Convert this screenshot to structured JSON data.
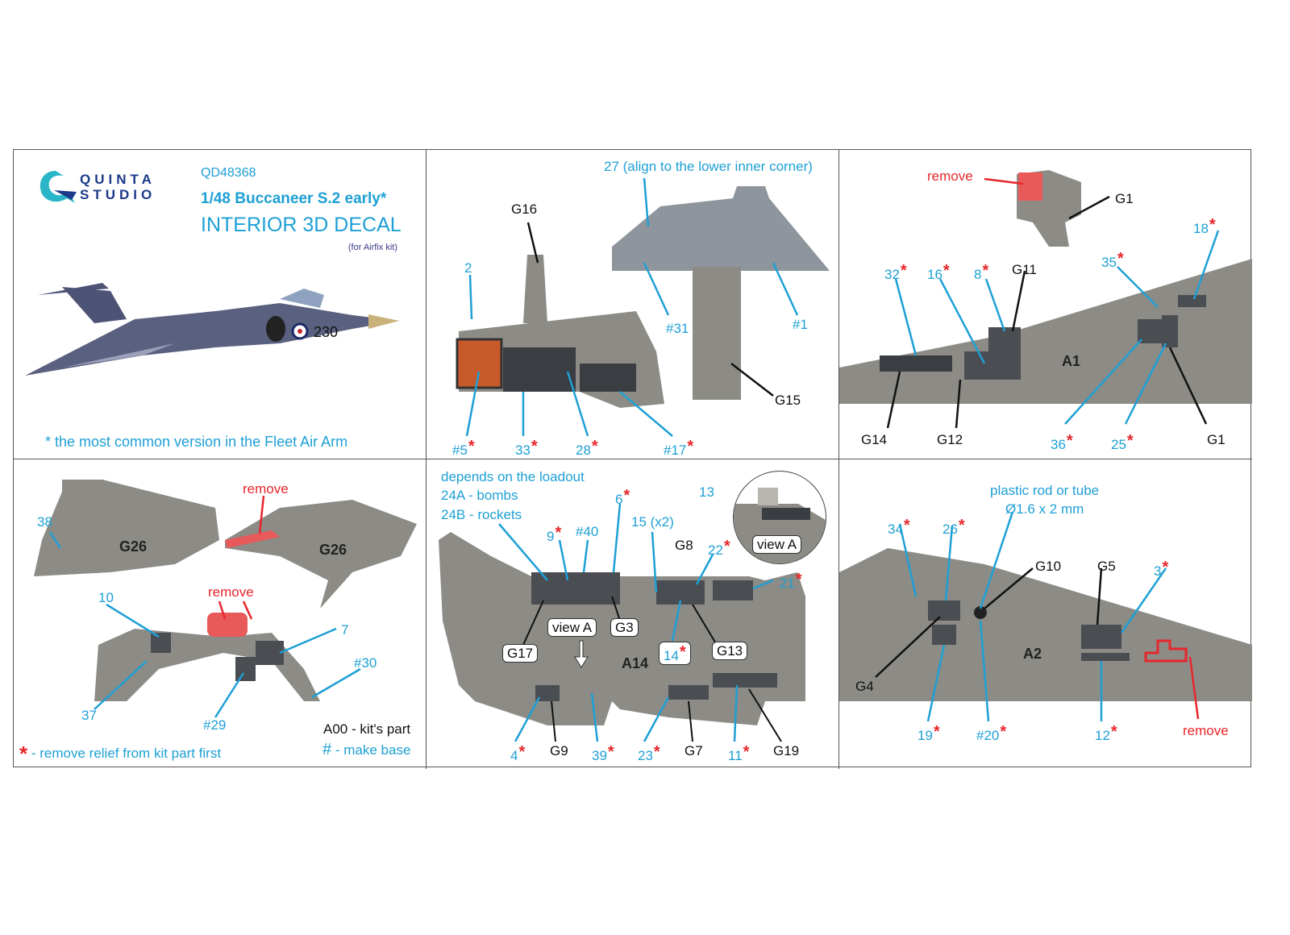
{
  "header": {
    "brand": "QUINTA STUDIO",
    "brand_line1": "QUINTA",
    "brand_line2": "STUDIO",
    "code": "QD48368",
    "title": "1/48 Buccaneer S.2 early*",
    "subtitle": "INTERIOR 3D DECAL",
    "kit": "(for Airfix kit)",
    "footnote": "* the most common version in the Fleet Air Arm",
    "aircraft_marking": "230"
  },
  "star": "*",
  "colors": {
    "accent": "#1ea0d5",
    "warning": "#e8262b",
    "resin": "#8c8b86"
  },
  "panel2": {
    "l27": "27 (align to the lower inner corner)",
    "g16": "G16",
    "l2": "2",
    "l31": "#31",
    "l1": "#1",
    "g15": "G15",
    "l5": "#5",
    "l33": "33",
    "l28": "28",
    "l17": "#17"
  },
  "panel3": {
    "remove": "remove",
    "g1a": "G1",
    "l18": "18",
    "l35": "35",
    "l32": "32",
    "l16": "16",
    "l8": "8",
    "g11": "G11",
    "a1": "A1",
    "g14": "G14",
    "g12": "G12",
    "l36": "36",
    "l25": "25",
    "g1b": "G1"
  },
  "panel4": {
    "l38": "38",
    "g26a": "G26",
    "remove1": "remove",
    "g26b": "G26",
    "l10": "10",
    "remove2": "remove",
    "l7": "7",
    "l30": "#30",
    "l37": "37",
    "l29": "#29",
    "a00": "A00 - kit's part",
    "legend_star": "- remove relief from kit part first",
    "legend_hash_sym": "#",
    "legend_hash": "- make base"
  },
  "panel5": {
    "note1": "depends on the loadout",
    "note2": "24A - bombs",
    "note3": "24B - rockets",
    "l6": "6",
    "l13": "13",
    "l9": "9",
    "l40": "#40",
    "l15": "15 (x2)",
    "g8": "G8",
    "l22": "22",
    "viewa_inset": "view A",
    "l21": "21",
    "viewa": "view A",
    "g3": "G3",
    "g17": "G17",
    "a14": "A14",
    "l14": "14",
    "g13": "G13",
    "l4": "4",
    "g9": "G9",
    "l39": "39",
    "l23": "23",
    "g7": "G7",
    "l11": "11",
    "g19": "G19"
  },
  "panel6": {
    "note1": "plastic rod or tube",
    "note2": "Ø1.6 x 2 mm",
    "l34": "34",
    "l26": "26",
    "g10": "G10",
    "g5": "G5",
    "l3": "3",
    "a2": "A2",
    "g4": "G4",
    "l19": "19",
    "l20": "#20",
    "l12": "12",
    "remove": "remove"
  }
}
